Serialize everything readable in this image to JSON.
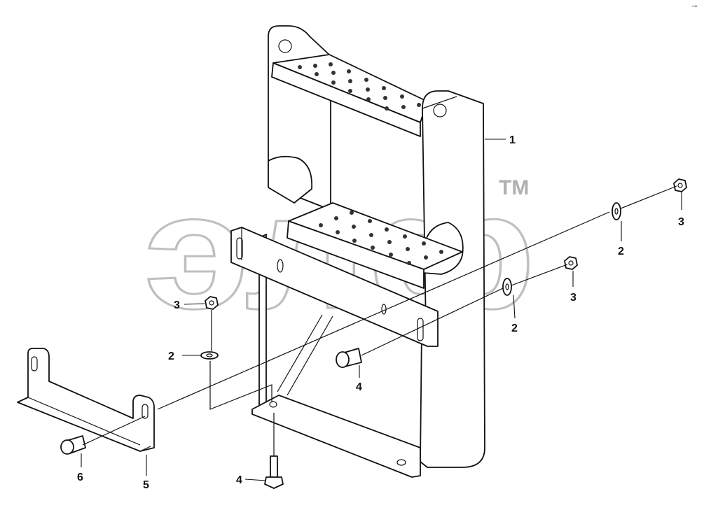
{
  "watermark": {
    "text": "элф",
    "tm": "TM"
  },
  "corner_mark": "⊸",
  "callouts": [
    {
      "id": "c1a",
      "label": "1",
      "part": "step-frame"
    },
    {
      "id": "c2a",
      "label": "2",
      "part": "washer-upper-right"
    },
    {
      "id": "c3a",
      "label": "3",
      "part": "nut-upper-right"
    },
    {
      "id": "c2b",
      "label": "2",
      "part": "washer-right"
    },
    {
      "id": "c3b",
      "label": "3",
      "part": "nut-right"
    },
    {
      "id": "c3c",
      "label": "3",
      "part": "nut-left"
    },
    {
      "id": "c2c",
      "label": "2",
      "part": "washer-left"
    },
    {
      "id": "c4a",
      "label": "4",
      "part": "bolt-middle"
    },
    {
      "id": "c4b",
      "label": "4",
      "part": "bolt-bottom"
    },
    {
      "id": "c6",
      "label": "6",
      "part": "bolt-bracket"
    },
    {
      "id": "c5",
      "label": "5",
      "part": "mounting-bracket"
    }
  ]
}
